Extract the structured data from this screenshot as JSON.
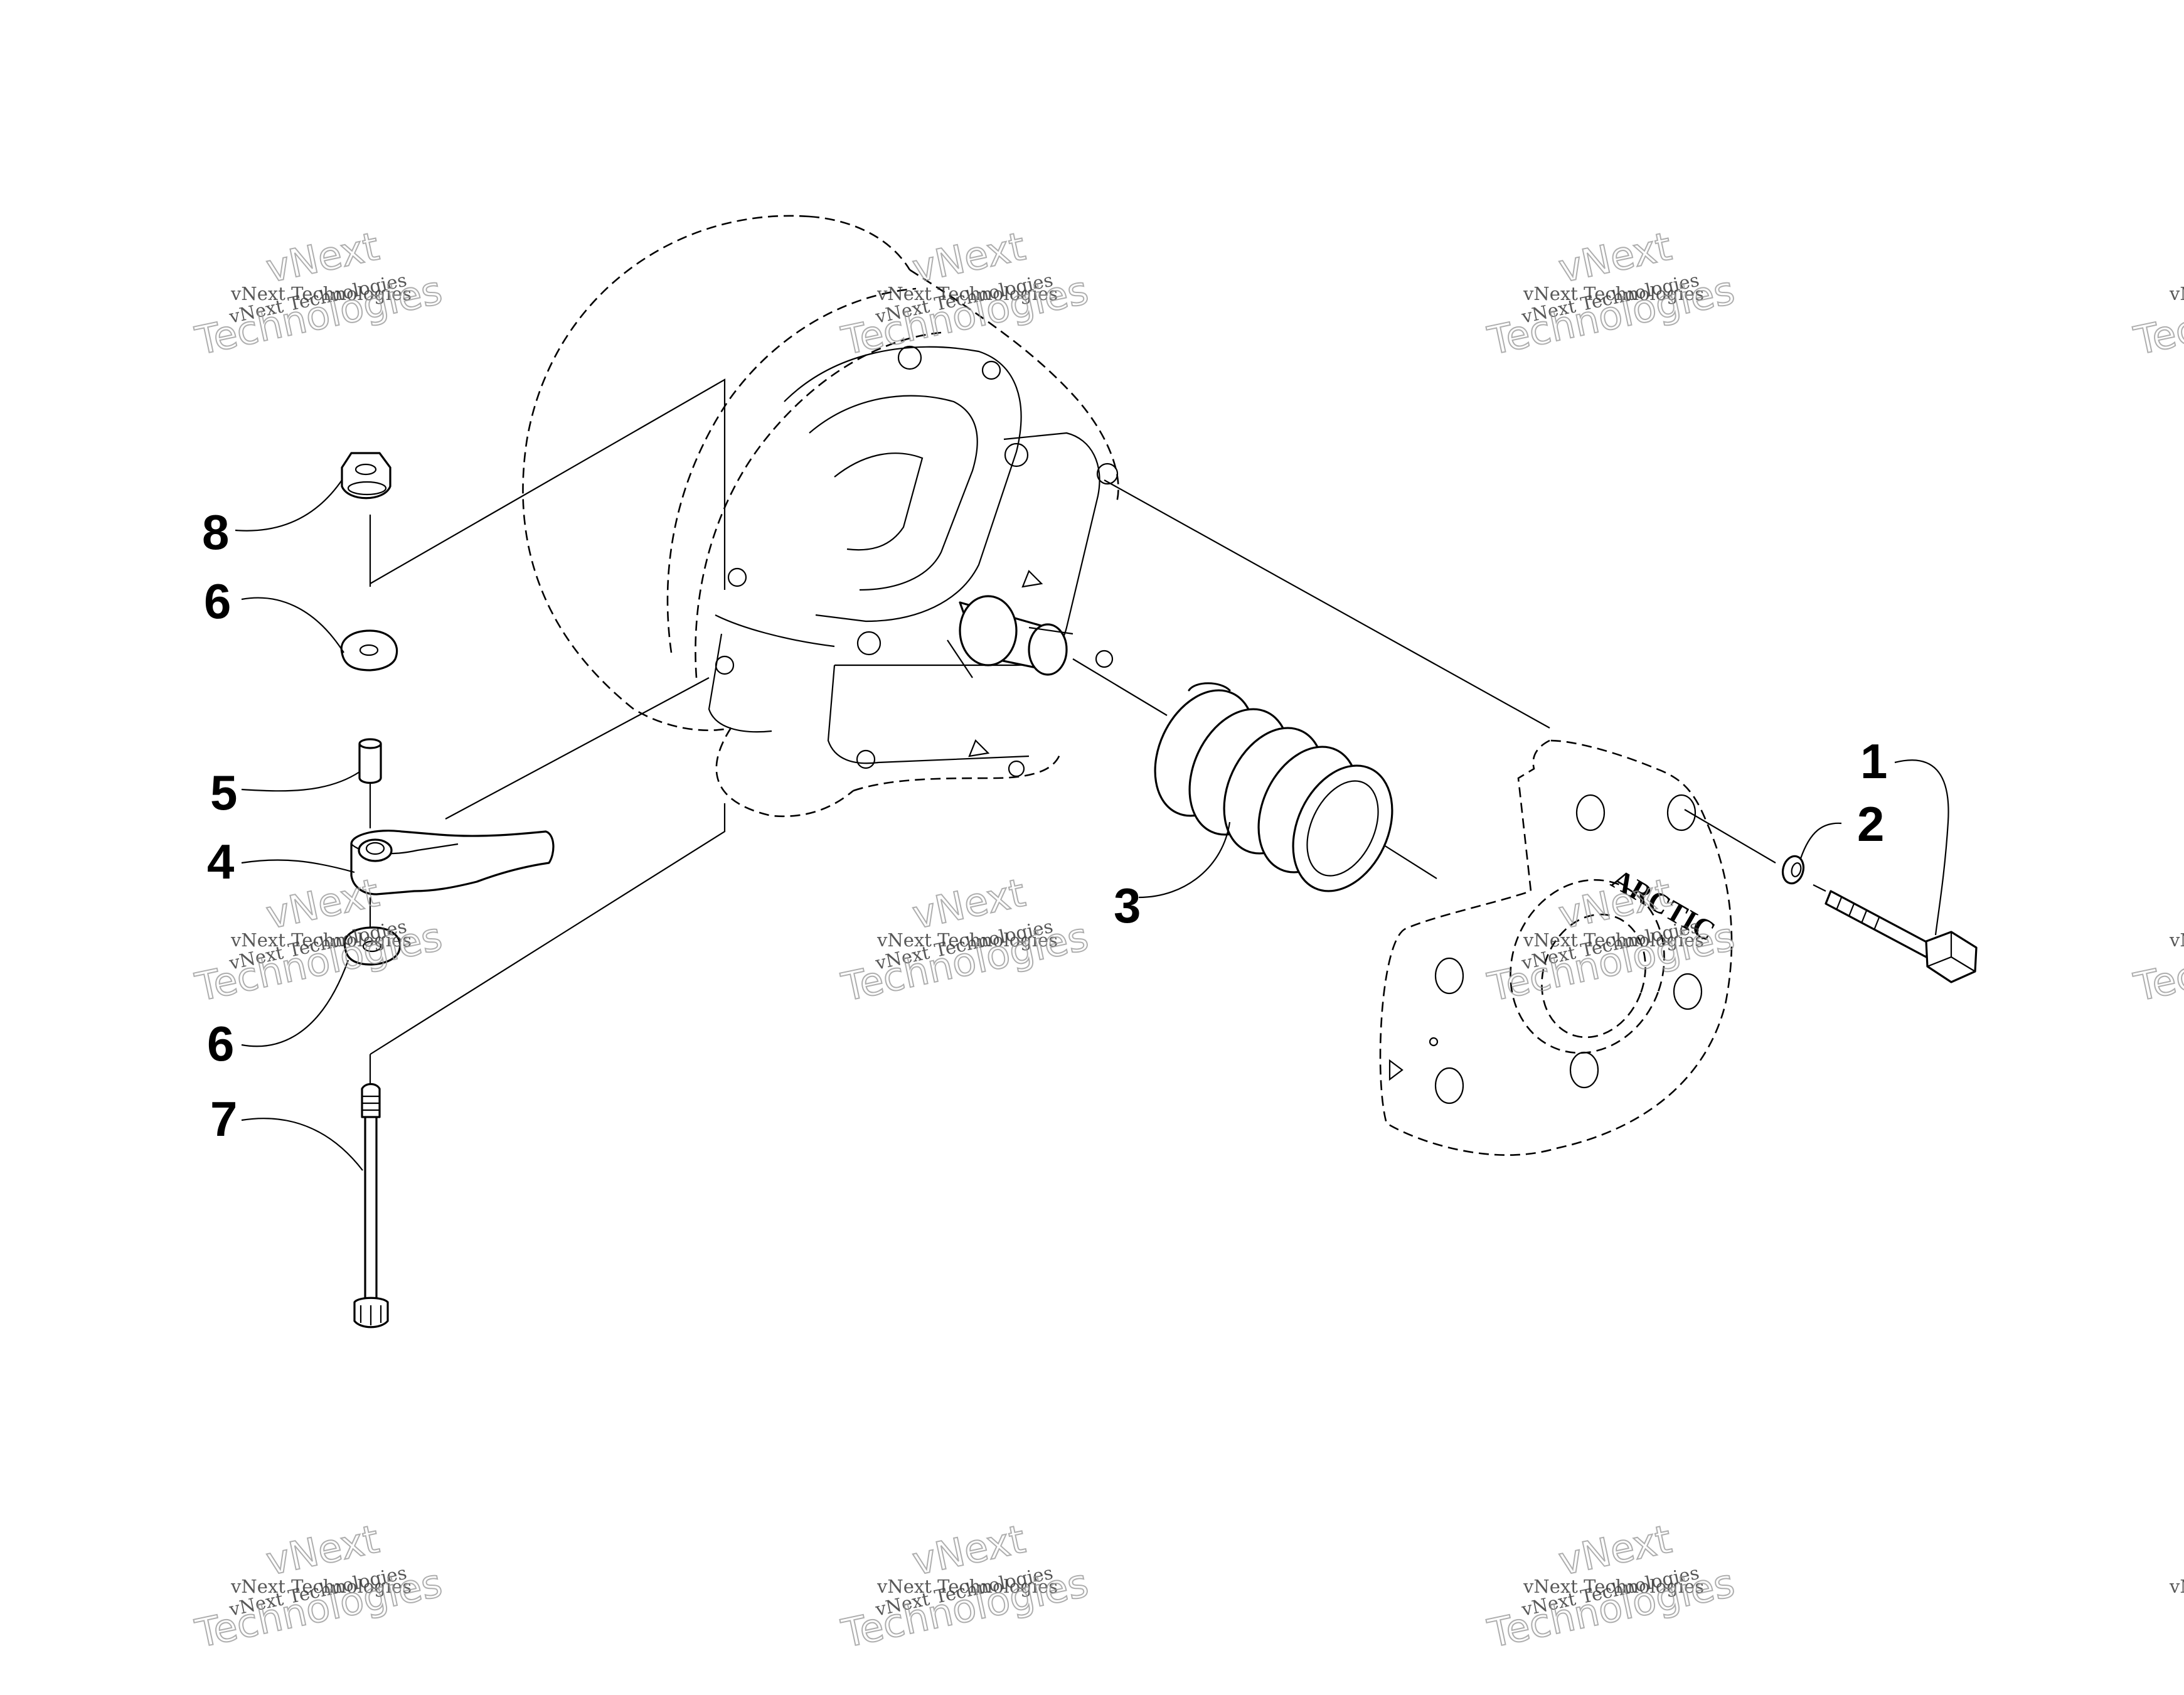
{
  "diagram": {
    "callouts": [
      "1",
      "2",
      "3",
      "4",
      "5",
      "6",
      "6",
      "7",
      "8"
    ],
    "plate_logo": "ARCTIC",
    "watermark": {
      "line_small": "vNext Technologies",
      "line_big_a": "vNext",
      "line_big_b": "Technologies"
    }
  }
}
